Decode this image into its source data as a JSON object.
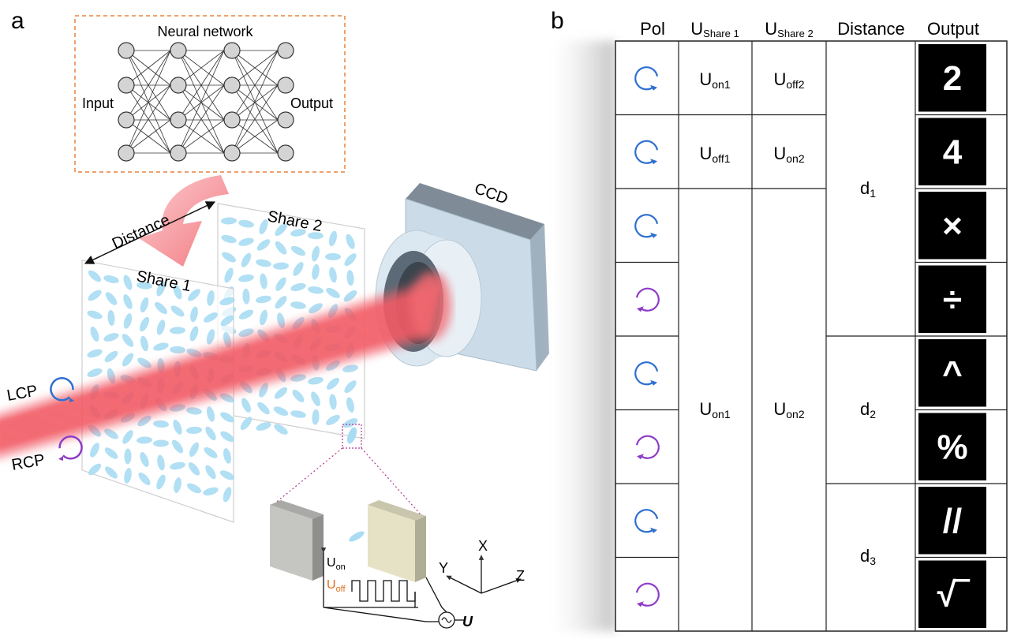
{
  "panel_a": {
    "label": "a",
    "neural_network": {
      "title": "Neural network",
      "input_label": "Input",
      "output_label": "Output"
    },
    "distance_label": "Distance",
    "share1_label": "Share 1",
    "share2_label": "Share 2",
    "ccd_label": "CCD",
    "lcp_label": "LCP",
    "rcp_label": "RCP",
    "voltage": {
      "on_label": "U",
      "on_sub": "on",
      "off_label": "U",
      "off_sub": "off",
      "source_label": "U"
    },
    "axes": {
      "x": "X",
      "y": "Y",
      "z": "Z"
    },
    "colors": {
      "beam": "#f25a64",
      "lcp": "#2e6fd1",
      "rcp": "#8e3cc7",
      "ellipse": "#a9dcf3",
      "dashed_box": "#e8843a",
      "uoff": "#e07020"
    }
  },
  "panel_b": {
    "label": "b",
    "headers": {
      "pol": "Pol",
      "u_share1": "U",
      "u_share1_sub": "Share 1",
      "u_share2": "U",
      "u_share2_sub": "Share 2",
      "distance": "Distance",
      "output": "Output"
    },
    "rows": [
      {
        "pol": "lcp-icon",
        "output": "2"
      },
      {
        "pol": "lcp-icon",
        "output": "4"
      },
      {
        "pol": "lcp-icon",
        "output": "×"
      },
      {
        "pol": "rcp-icon",
        "output": "÷"
      },
      {
        "pol": "lcp-icon",
        "output": "^"
      },
      {
        "pol": "rcp-icon",
        "output": "%"
      },
      {
        "pol": "lcp-icon",
        "output": "//"
      },
      {
        "pol": "rcp-icon",
        "output": "√‾"
      }
    ],
    "u_share1_cells": [
      {
        "main": "U",
        "sub": "on1"
      },
      {
        "main": "U",
        "sub": "off1"
      },
      {
        "main": "U",
        "sub": "on1"
      }
    ],
    "u_share2_cells": [
      {
        "main": "U",
        "sub": "off2"
      },
      {
        "main": "U",
        "sub": "on2"
      },
      {
        "main": "U",
        "sub": "on2"
      }
    ],
    "distance_cells": [
      {
        "main": "d",
        "sub": "1"
      },
      {
        "main": "d",
        "sub": "2"
      },
      {
        "main": "d",
        "sub": "3"
      }
    ]
  }
}
